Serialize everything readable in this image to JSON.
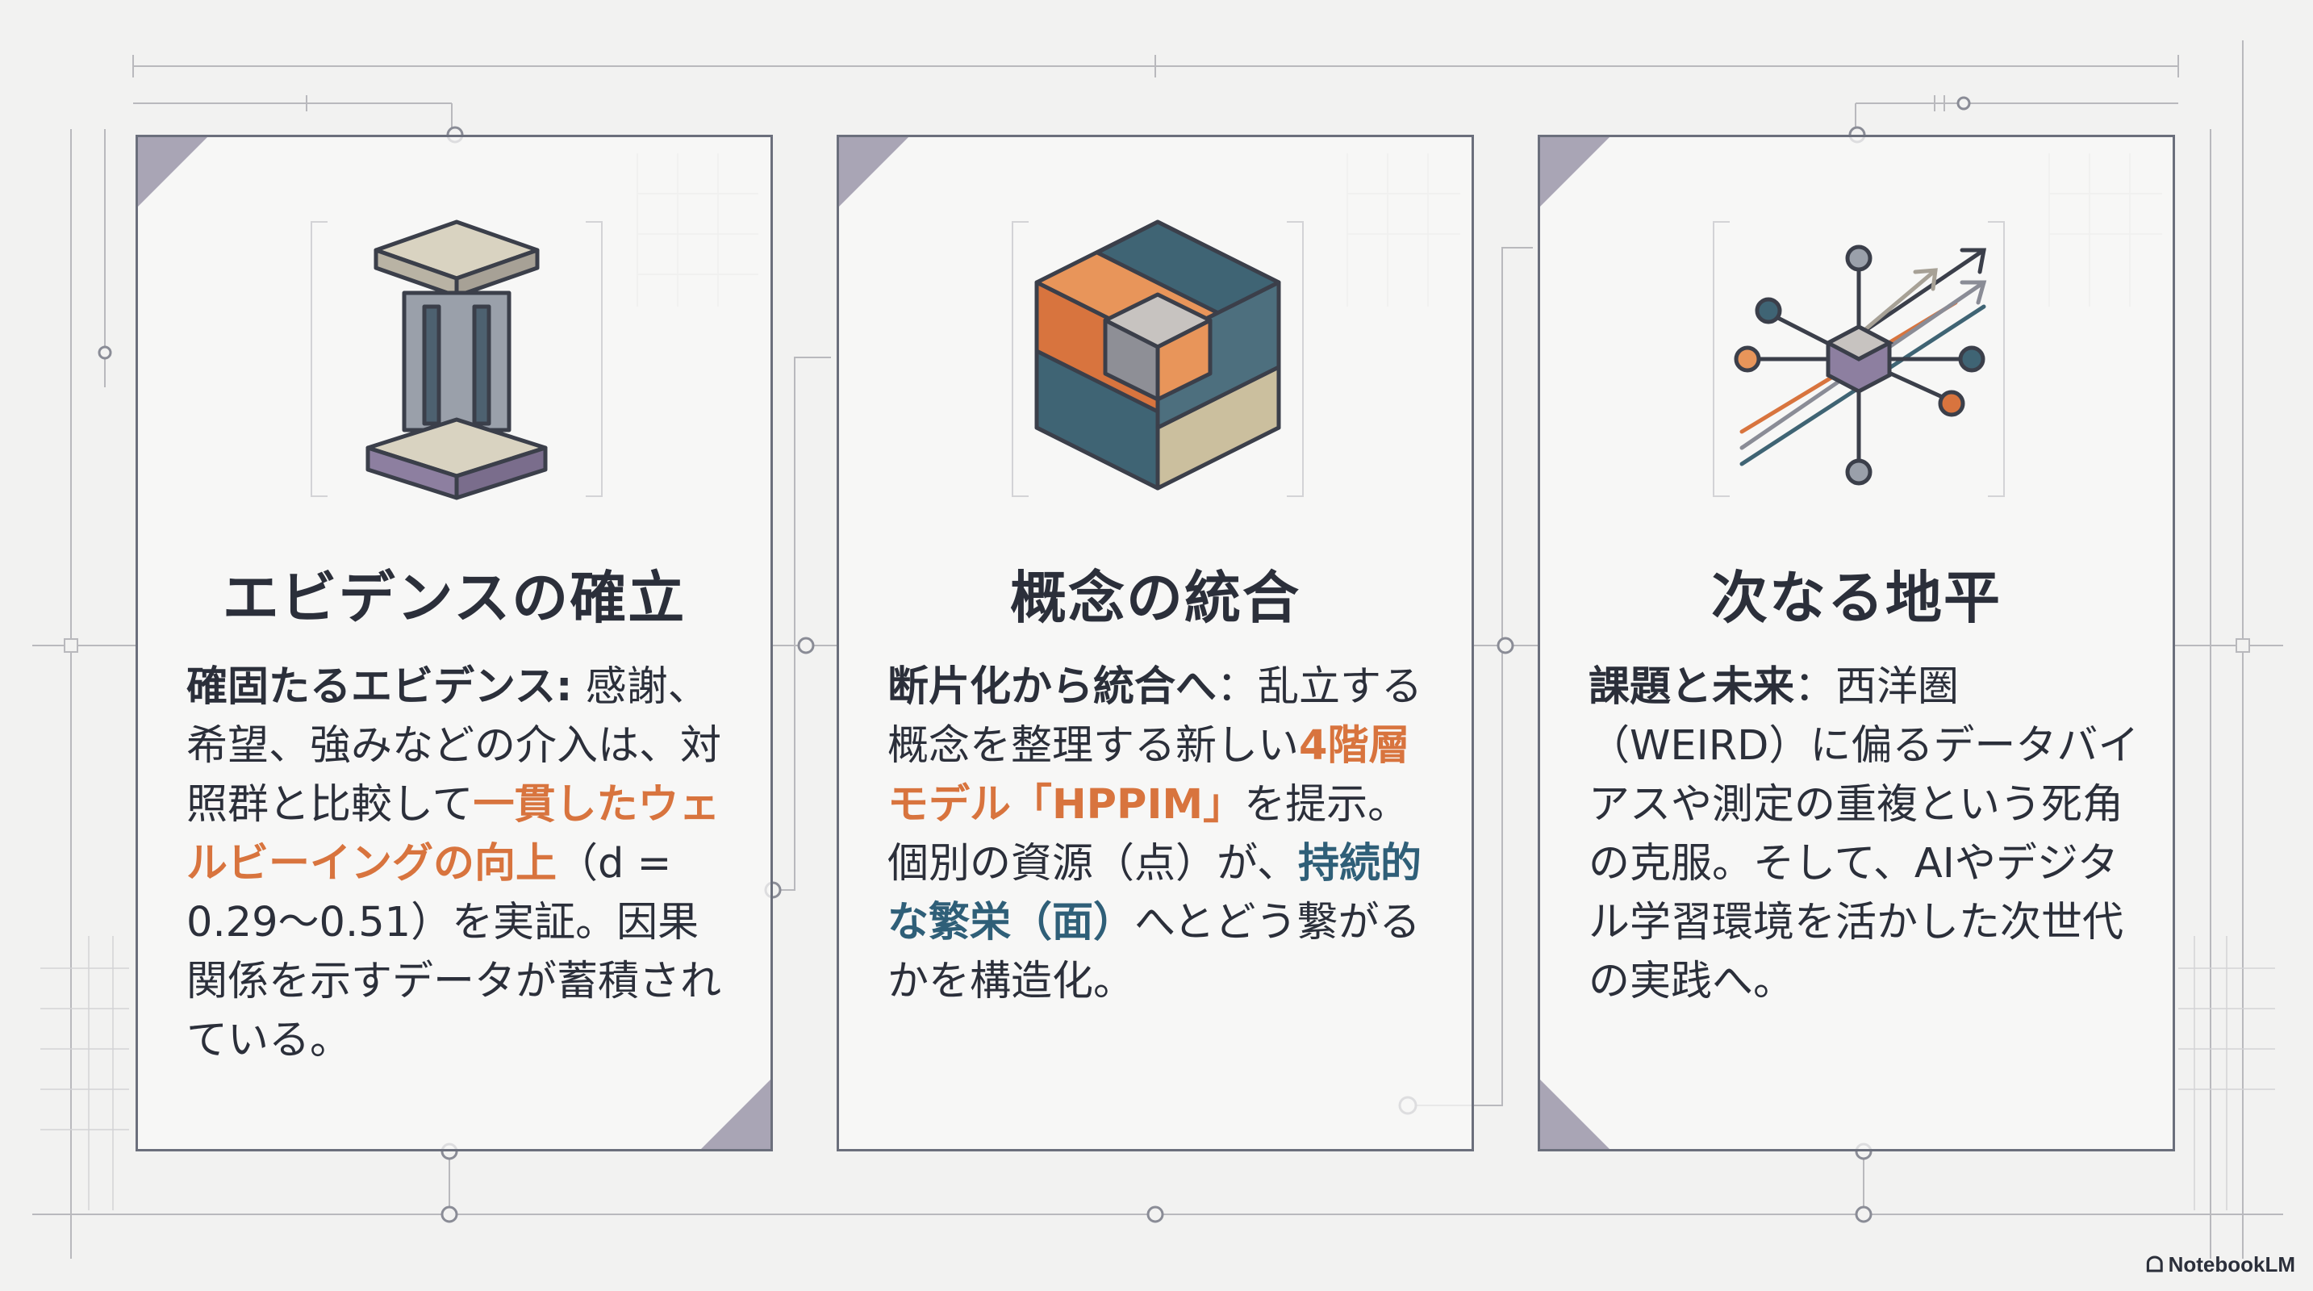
{
  "cards": [
    {
      "icon": "pillar-icon",
      "title": "エビデンスの確立",
      "lead": "確固たるエビデンス:",
      "text1": " 感謝、希望、強みなどの介入は、対照群と比較して",
      "highlight": "一貫したウェルビーイングの向上",
      "text2": "（d = 0.29〜0.51）を実証。因果関係を示すデータが蓄積されている。"
    },
    {
      "icon": "puzzle-cube-icon",
      "title": "概念の統合",
      "lead": "断片化から統合へ",
      "text1": "：乱立する概念を整理する新しい",
      "highlight1": "4階層モデル「HPPIM」",
      "text2": "を提示。個別の資源（点）が、",
      "highlight2": "持続的な繁栄（面）",
      "text3": "へとどう繋がるかを構造化。"
    },
    {
      "icon": "network-arrows-icon",
      "title": "次なる地平",
      "lead": "課題と未来",
      "text1": "：西洋圏（WEIRD）に偏るデータバイアスや測定の重複という死角の克服。そして、AIやデジタル学習環境を活かした次世代の実践へ。"
    }
  ],
  "watermark": "NotebookLM",
  "colors": {
    "text": "#2b2f3a",
    "orange": "#d8743e",
    "blue": "#2f5f78",
    "corner": "#a9a5b5",
    "frame": "#6b6f7c",
    "background": "#f2f2f1"
  }
}
